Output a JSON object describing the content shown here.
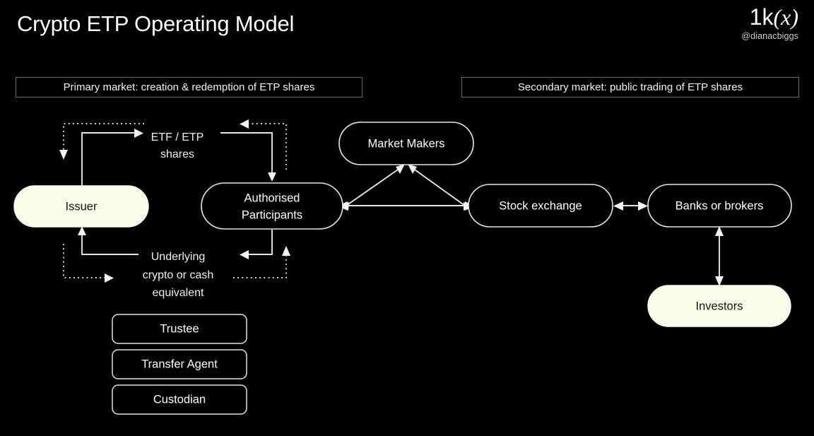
{
  "header": {
    "title": "Crypto ETP Operating Model",
    "brand_logo_prefix": "1k",
    "brand_logo_suffix": "(x)",
    "brand_handle": "@dianacbiggs"
  },
  "banners": {
    "primary": "Primary market: creation & redemption of ETP shares",
    "secondary": "Secondary market: public trading of ETP shares"
  },
  "nodes": {
    "issuer": "Issuer",
    "authorised_participants_line1": "Authorised",
    "authorised_participants_line2": "Participants",
    "market_makers": "Market Makers",
    "stock_exchange": "Stock exchange",
    "banks_or_brokers": "Banks or brokers",
    "investors": "Investors",
    "trustee": "Trustee",
    "transfer_agent": "Transfer Agent",
    "custodian": "Custodian"
  },
  "edge_labels": {
    "shares_line1": "ETF / ETP",
    "shares_line2": "shares",
    "underlying_line1": "Underlying",
    "underlying_line2": "crypto or cash",
    "underlying_line3": "equivalent"
  },
  "colors": {
    "background": "#000000",
    "stroke": "#e6e6e6",
    "filled_node": "#fbfbe9",
    "banner_border": "#6f6f38",
    "text": "#ffffff"
  }
}
